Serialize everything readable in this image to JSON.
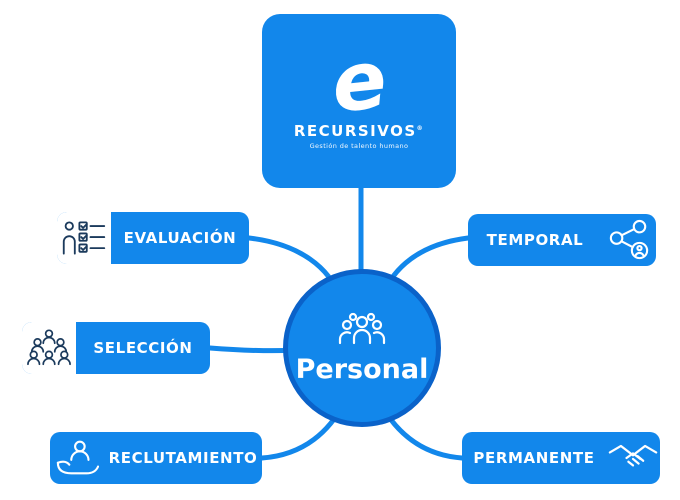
{
  "colors": {
    "primary": "#1287eb",
    "circle_border": "#0a62c9",
    "icon_dark": "#1b3a5c",
    "background": "#ffffff",
    "text": "#ffffff"
  },
  "logo_card": {
    "brand": "RECURSIVOS",
    "registered_mark": "®",
    "tagline": "Gestión de talento humano",
    "logo_letter": "e"
  },
  "center_node": {
    "label": "Personal",
    "icon": "people-group-icon"
  },
  "nodes": [
    {
      "id": "evaluacion",
      "label": "EVALUACIÓN",
      "icon": "person-checklist-icon",
      "side": "left"
    },
    {
      "id": "seleccion",
      "label": "SELECCIÓN",
      "icon": "people-crowd-icon",
      "side": "left"
    },
    {
      "id": "reclutamiento",
      "label": "RECLUTAMIENTO",
      "icon": "hand-person-icon",
      "side": "left"
    },
    {
      "id": "temporal",
      "label": "TEMPORAL",
      "icon": "share-network-person-icon",
      "side": "right"
    },
    {
      "id": "permanente",
      "label": "PERMANENTE",
      "icon": "handshake-icon",
      "side": "right"
    }
  ]
}
